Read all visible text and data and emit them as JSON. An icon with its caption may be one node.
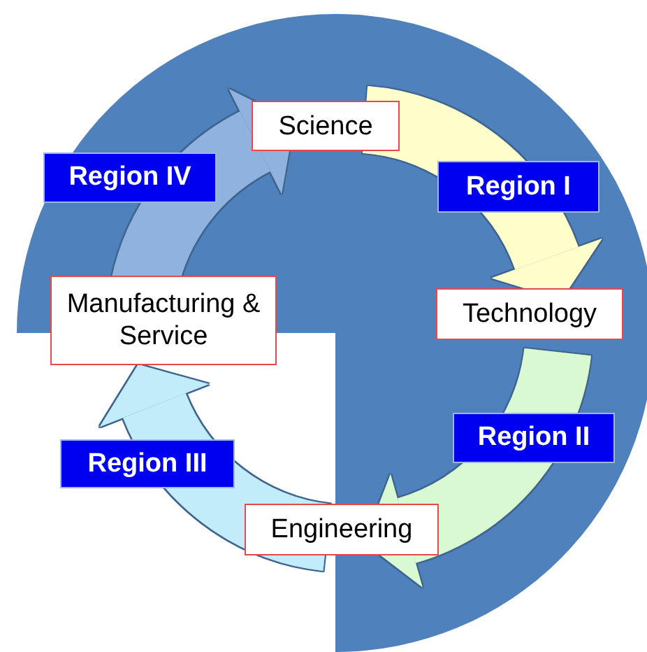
{
  "diagram": {
    "nodes": [
      {
        "text": [
          "Science"
        ]
      },
      {
        "text": [
          "Technology"
        ]
      },
      {
        "text": [
          "Engineering"
        ]
      },
      {
        "text": [
          "Manufacturing & Service"
        ]
      }
    ],
    "edges": [
      {
        "from": 0,
        "to": 1,
        "arrow": "to",
        "label": "Region I",
        "color": "#ffffcc"
      },
      {
        "from": 1,
        "to": 2,
        "arrow": "to",
        "label": "Region II",
        "color": "#d9f9d2"
      },
      {
        "from": 2,
        "to": 3,
        "arrow": "to",
        "label": "Region III",
        "color": "#c2ecfa"
      },
      {
        "from": 3,
        "to": 0,
        "arrow": "to",
        "label": "Region IV",
        "color": "#8fb3de"
      }
    ]
  }
}
